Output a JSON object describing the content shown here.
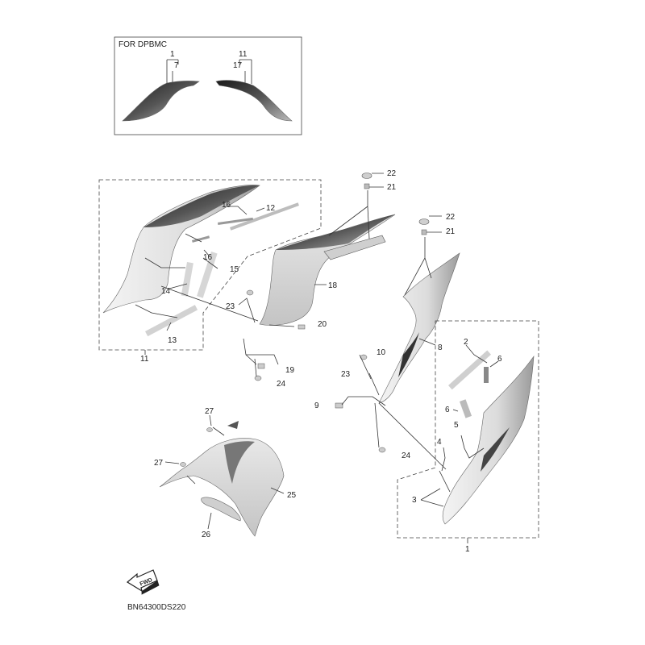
{
  "inset": {
    "title": "FOR DPBMC",
    "labels": [
      "1",
      "7",
      "11",
      "17"
    ]
  },
  "callouts": {
    "c22a": "22",
    "c21a": "21",
    "c22b": "22",
    "c21b": "21",
    "c16a": "16",
    "c12": "12",
    "c16b": "16",
    "c15": "15",
    "c14": "14",
    "c18": "18",
    "c23a": "23",
    "c20": "20",
    "c13": "13",
    "c11": "11",
    "c19": "19",
    "c24a": "24",
    "c8": "8",
    "c10": "10",
    "c23b": "23",
    "c2": "2",
    "c6a": "6",
    "c9": "9",
    "c6b": "6",
    "c5": "5",
    "c4": "4",
    "c24b": "24",
    "c3": "3",
    "c1": "1",
    "c27a": "27",
    "c27b": "27",
    "c25": "25",
    "c26": "26"
  },
  "fwd_label": "FWD",
  "diagram_code": "BN64300DS220"
}
